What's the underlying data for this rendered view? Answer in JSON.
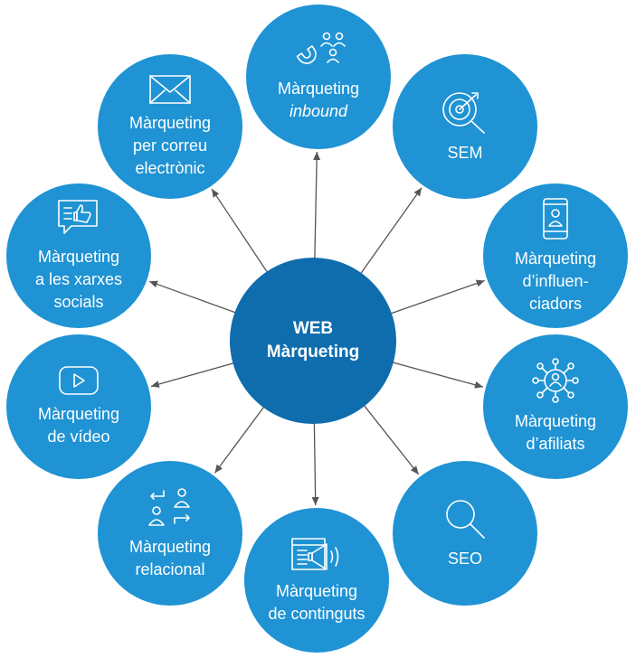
{
  "center": {
    "line1": "WEB",
    "line2": "Màrqueting"
  },
  "nodes": [
    {
      "id": "inbound",
      "icon": "magnet-people-icon",
      "lines": [
        "Màrqueting",
        "inbound"
      ]
    },
    {
      "id": "sem",
      "icon": "target-magnifier-icon",
      "lines": [
        "SEM"
      ]
    },
    {
      "id": "influencers",
      "icon": "phone-user-icon",
      "lines": [
        "Màrqueting",
        "d’influen-",
        "ciadors"
      ]
    },
    {
      "id": "affiliates",
      "icon": "network-user-icon",
      "lines": [
        "Màrqueting",
        "d’afiliats"
      ]
    },
    {
      "id": "seo",
      "icon": "search-icon",
      "lines": [
        "SEO"
      ]
    },
    {
      "id": "content",
      "icon": "browser-megaphone-icon",
      "lines": [
        "Màrqueting",
        "de continguts"
      ]
    },
    {
      "id": "relational",
      "icon": "people-exchange-icon",
      "lines": [
        "Màrqueting",
        "relacional"
      ]
    },
    {
      "id": "video",
      "icon": "play-button-icon",
      "lines": [
        "Màrqueting",
        "de vídeo"
      ]
    },
    {
      "id": "social",
      "icon": "chat-thumbs-up-icon",
      "lines": [
        "Màrqueting",
        "a les xarxes",
        "socials"
      ]
    },
    {
      "id": "email",
      "icon": "envelope-icon",
      "lines": [
        "Màrqueting",
        "per correu",
        "electrònic"
      ]
    }
  ],
  "colors": {
    "node": "#1f93d3",
    "center": "#0f6dae",
    "arrow": "#555555"
  }
}
